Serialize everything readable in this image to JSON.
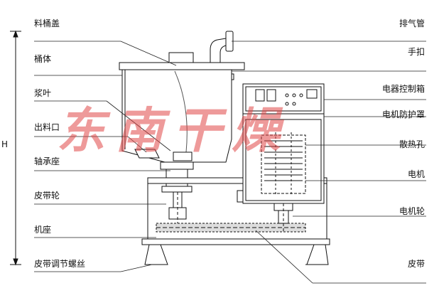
{
  "diagram": {
    "height_dimension_label": "H",
    "watermark": "东南干燥",
    "left_labels": [
      "料桶盖",
      "桶体",
      "浆叶",
      "出料口",
      "轴承座",
      "皮带轮",
      "机座",
      "皮带调节螺丝"
    ],
    "right_labels": [
      "排气管",
      "手扣",
      "电器控制箱",
      "电机防护罩",
      "散热孔",
      "电机",
      "电机轮",
      "皮带"
    ],
    "colors": {
      "line": "#111111",
      "watermark": "#e14848",
      "belt_fill": "#dddddd"
    }
  }
}
